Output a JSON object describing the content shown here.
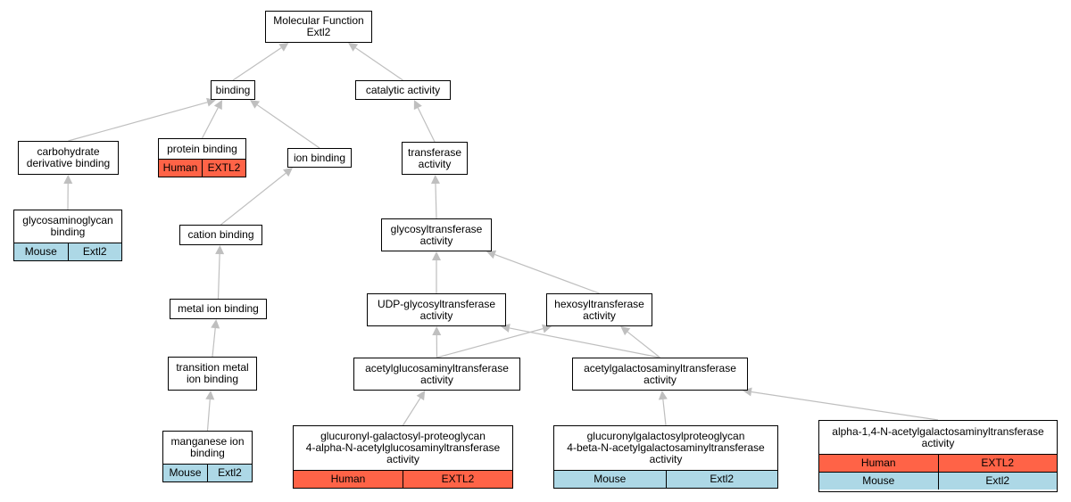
{
  "colors": {
    "human": "#ff6347",
    "mouse": "#add8e6",
    "edge": "#bfbfbf"
  },
  "nodes": {
    "mf_root": {
      "lines": [
        "Molecular Function",
        "Extl2"
      ]
    },
    "binding": {
      "lines": [
        "binding"
      ]
    },
    "catalytic": {
      "lines": [
        "catalytic activity"
      ]
    },
    "carb_deriv": {
      "lines": [
        "carbohydrate",
        "derivative binding"
      ]
    },
    "protein_binding": {
      "lines": [
        "protein binding"
      ],
      "annotations": [
        {
          "species": "Human",
          "gene": "EXTL2"
        }
      ]
    },
    "ion_binding": {
      "lines": [
        "ion binding"
      ]
    },
    "transferase": {
      "lines": [
        "transferase",
        "activity"
      ]
    },
    "gag_binding": {
      "lines": [
        "glycosaminoglycan",
        "binding"
      ],
      "annotations": [
        {
          "species": "Mouse",
          "gene": "Extl2"
        }
      ]
    },
    "cation_binding": {
      "lines": [
        "cation binding"
      ]
    },
    "glycosyltransferase": {
      "lines": [
        "glycosyltransferase",
        "activity"
      ]
    },
    "metal_ion": {
      "lines": [
        "metal ion binding"
      ]
    },
    "udp_glyco": {
      "lines": [
        "UDP-glycosyltransferase",
        "activity"
      ]
    },
    "hexosyl": {
      "lines": [
        "hexosyltransferase",
        "activity"
      ]
    },
    "trans_metal": {
      "lines": [
        "transition metal",
        "ion binding"
      ]
    },
    "acetylglucos": {
      "lines": [
        "acetylglucosaminyltransferase",
        "activity"
      ]
    },
    "acetylgalact": {
      "lines": [
        "acetylgalactosaminyltransferase",
        "activity"
      ]
    },
    "manganese": {
      "lines": [
        "manganese ion",
        "binding"
      ],
      "annotations": [
        {
          "species": "Mouse",
          "gene": "Extl2"
        }
      ]
    },
    "glucuronyl_gp": {
      "lines": [
        "glucuronyl-galactosyl-proteoglycan",
        "4-alpha-N-acetylglucosaminyltransferase",
        "activity"
      ],
      "annotations": [
        {
          "species": "Human",
          "gene": "EXTL2"
        }
      ]
    },
    "glucuronylgal": {
      "lines": [
        "glucuronylgalactosylproteoglycan",
        "4-beta-N-acetylgalactosaminyltransferase",
        "activity"
      ],
      "annotations": [
        {
          "species": "Mouse",
          "gene": "Extl2"
        }
      ]
    },
    "alpha14": {
      "lines": [
        "alpha-1,4-N-acetylgalactosaminyltransferase",
        "activity"
      ],
      "annotations": [
        {
          "species": "Human",
          "gene": "EXTL2"
        },
        {
          "species": "Mouse",
          "gene": "Extl2"
        }
      ]
    }
  },
  "edges": [
    [
      "binding",
      "mf_root"
    ],
    [
      "catalytic",
      "mf_root"
    ],
    [
      "carb_deriv",
      "binding"
    ],
    [
      "protein_binding",
      "binding"
    ],
    [
      "ion_binding",
      "binding"
    ],
    [
      "transferase",
      "catalytic"
    ],
    [
      "gag_binding",
      "carb_deriv"
    ],
    [
      "cation_binding",
      "ion_binding"
    ],
    [
      "glycosyltransferase",
      "transferase"
    ],
    [
      "metal_ion",
      "cation_binding"
    ],
    [
      "udp_glyco",
      "glycosyltransferase"
    ],
    [
      "hexosyl",
      "glycosyltransferase"
    ],
    [
      "trans_metal",
      "metal_ion"
    ],
    [
      "acetylglucos",
      "udp_glyco"
    ],
    [
      "acetylglucos",
      "hexosyl"
    ],
    [
      "acetylgalact",
      "hexosyl"
    ],
    [
      "acetylgalact",
      "udp_glyco"
    ],
    [
      "manganese",
      "trans_metal"
    ],
    [
      "glucuronyl_gp",
      "acetylglucos"
    ],
    [
      "glucuronylgal",
      "acetylgalact"
    ],
    [
      "alpha14",
      "acetylgalact"
    ]
  ]
}
